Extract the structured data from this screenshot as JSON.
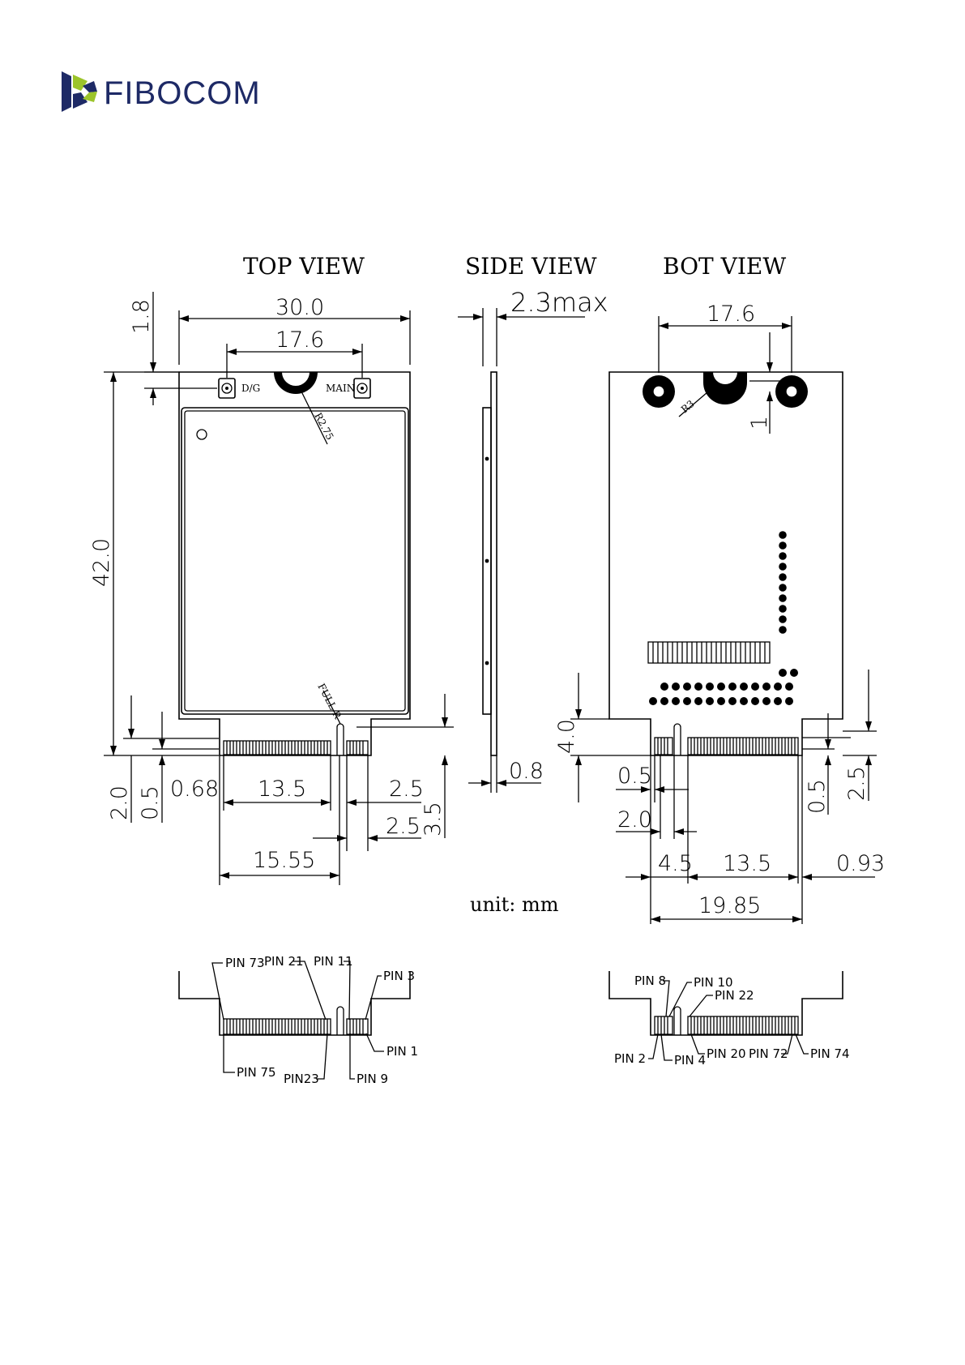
{
  "brand": {
    "name": "FIBOCOM",
    "colors": {
      "green": "#9cc42b",
      "navy": "#1e2a66"
    }
  },
  "views": {
    "top": "TOP VIEW",
    "side": "SIDE VIEW",
    "bottom": "BOT VIEW"
  },
  "unit": "unit: mm",
  "connectors": {
    "dg": "D/G",
    "main": "MAIN"
  },
  "annotations": {
    "r275": "R2.75",
    "full_r": "FULL R",
    "r3": "R3"
  },
  "top_dims": {
    "width": "30.0",
    "antenna_spacing": "17.6",
    "top_offset": "1.8",
    "length": "42.0",
    "edge_20": "2.0",
    "edge_05": "0.5",
    "left_068": "0.68",
    "pins_135": "13.5",
    "key_25": "2.5",
    "key_35": "3.5",
    "slot_25": "2.5",
    "offset_1555": "15.55"
  },
  "side_dims": {
    "thickness": "2.3max",
    "pcb": "0.8"
  },
  "bot_dims": {
    "antenna_spacing": "17.6",
    "hole_offset": "1",
    "tab_40": "4.0",
    "d_05": "0.5",
    "d_20": "2.0",
    "d_45": "4.5",
    "d_135": "13.5",
    "d_093": "0.93",
    "d_1985": "19.85",
    "r_05": "0.5",
    "r_25": "2.5"
  },
  "top_pins": {
    "pin73": "PIN 73",
    "pin21": "PIN 21",
    "pin11": "PIN 11",
    "pin3": "PIN 3",
    "pin1": "PIN 1",
    "pin75": "PIN 75",
    "pin23": "PIN23",
    "pin9": "PIN 9"
  },
  "bot_pins": {
    "pin8": "PIN 8",
    "pin10": "PIN 10",
    "pin22": "PIN 22",
    "pin2": "PIN 2",
    "pin4": "PIN 4",
    "pin20": "PIN 20",
    "pin72": "PIN 72",
    "pin74": "PIN 74"
  }
}
